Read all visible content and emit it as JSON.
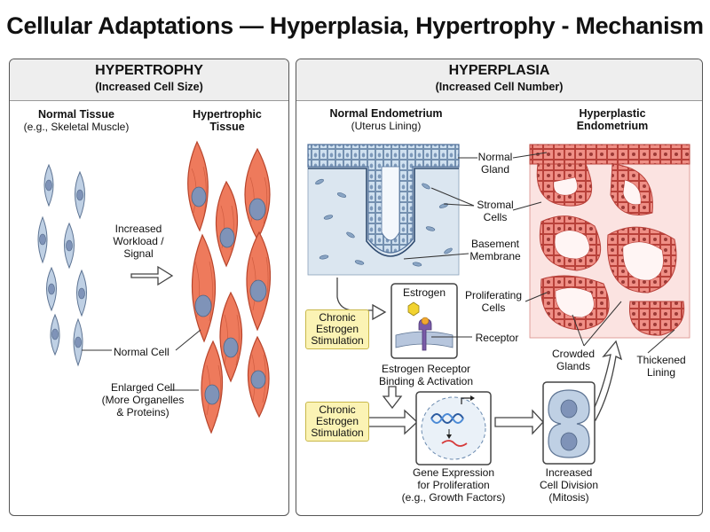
{
  "title": "Cellular Adaptations — Hyperplasia, Hypertrophy - Mechanism",
  "hypertrophy": {
    "title": "HYPERTROPHY",
    "subtitle": "(Increased Cell Size)",
    "normal_heading": "Normal Tissue",
    "normal_example": "(e.g., Skeletal Muscle)",
    "hyper_heading_1": "Hypertrophic",
    "hyper_heading_2": "Tissue",
    "arrow_label_1": "Increased",
    "arrow_label_2": "Workload /",
    "arrow_label_3": "Signal",
    "normal_cell": "Normal Cell",
    "enlarged_1": "Enlarged Cell",
    "enlarged_2": "(More Organelles",
    "enlarged_3": "& Proteins)"
  },
  "hyperplasia": {
    "title": "HYPERPLASIA",
    "subtitle": "(Increased Cell Number)",
    "normal_heading": "Normal Endometrium",
    "normal_example": "(Uterus Lining)",
    "hyper_heading_1": "Hyperplastic",
    "hyper_heading_2": "Endometrium",
    "normal_gland_1": "Normal",
    "normal_gland_2": "Gland",
    "stromal_1": "Stromal",
    "stromal_2": "Cells",
    "basement_1": "Basement",
    "basement_2": "Membrane",
    "proliferating_1": "Proliferating",
    "proliferating_2": "Cells",
    "crowded_1": "Crowded",
    "crowded_2": "Glands",
    "thickened_1": "Thickened",
    "thickened_2": "Lining",
    "estrogen": "Estrogen",
    "receptor": "Receptor",
    "chronic_1": "Chronic",
    "chronic_2": "Estrogen",
    "chronic_3": "Stimulation",
    "binding_1": "Estrogen Receptor",
    "binding_2": "Binding & Activation",
    "gene_1": "Gene Expression",
    "gene_2": "for Proliferation",
    "gene_3": "(e.g., Growth Factors)",
    "division_1": "Increased",
    "division_2": "Cell Division",
    "division_3": "(Mitosis)"
  },
  "colors": {
    "normal_cell": "#bfd0e4",
    "normal_cell_stroke": "#5f7594",
    "hyper_cell": "#ee7a5c",
    "hyper_cell_stroke": "#b8452c",
    "nucleus": "#7f93b8",
    "callout": "#fbf3b4"
  }
}
